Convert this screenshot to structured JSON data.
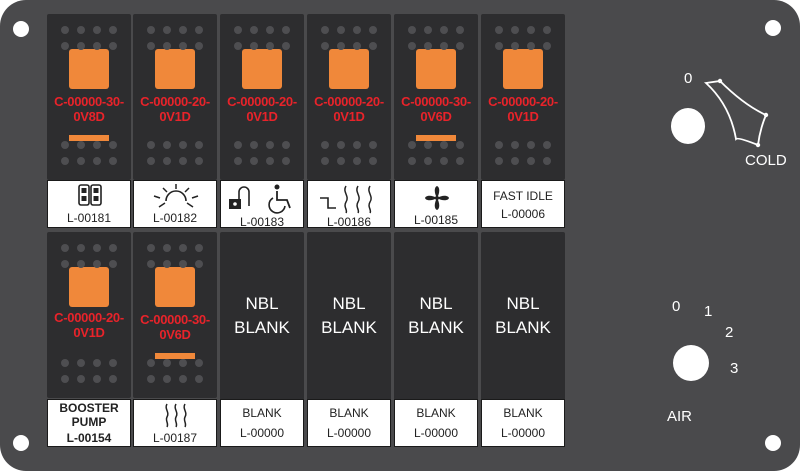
{
  "switches_top": [
    {
      "part": [
        "C-00000-30-",
        "0V8D"
      ],
      "has_bar": true,
      "label_code": "L-00181",
      "icon": "dual-seat-icon"
    },
    {
      "part": [
        "C-00000-20-",
        "0V1D"
      ],
      "has_bar": false,
      "label_code": "L-00182",
      "icon": "light-rays-icon"
    },
    {
      "part": [
        "C-00000-20-",
        "0V1D"
      ],
      "has_bar": false,
      "label_code": "L-00183",
      "icon": "lock-wheelchair-icon"
    },
    {
      "part": [
        "C-00000-20-",
        "0V1D"
      ],
      "has_bar": false,
      "label_code": "L-00186",
      "icon": "step-heat-icon"
    },
    {
      "part": [
        "C-00000-30-",
        "0V6D"
      ],
      "has_bar": true,
      "label_code": "L-00185",
      "icon": "fan-icon"
    },
    {
      "part": [
        "C-00000-20-",
        "0V1D"
      ],
      "has_bar": false,
      "label_title": "FAST IDLE",
      "label_code": "L-00006"
    }
  ],
  "switches_bottom": [
    {
      "part": [
        "C-00000-20-",
        "0V1D"
      ],
      "has_bar": false,
      "label_title": [
        "BOOSTER",
        "PUMP"
      ],
      "label_code": "L-00154"
    },
    {
      "part": [
        "C-00000-30-",
        "0V6D"
      ],
      "has_bar": true,
      "label_code": "L-00187",
      "icon": "heat-waves-icon"
    }
  ],
  "blanks": [
    {
      "text": [
        "NBL",
        "BLANK"
      ],
      "label_title": "BLANK",
      "label_code": "L-00000"
    },
    {
      "text": [
        "NBL",
        "BLANK"
      ],
      "label_title": "BLANK",
      "label_code": "L-00000"
    },
    {
      "text": [
        "NBL",
        "BLANK"
      ],
      "label_title": "BLANK",
      "label_code": "L-00000"
    },
    {
      "text": [
        "NBL",
        "BLANK"
      ],
      "label_title": "BLANK",
      "label_code": "L-00000"
    }
  ],
  "temp_control": {
    "zero": "0",
    "label": "COLD"
  },
  "air_control": {
    "positions": [
      "0",
      "1",
      "2",
      "3"
    ],
    "label": "AIR"
  },
  "colors": {
    "panel": "#4a4a4c",
    "switch": "#2d2d2f",
    "rocker": "#f0883a",
    "part_text": "#e8232a"
  }
}
